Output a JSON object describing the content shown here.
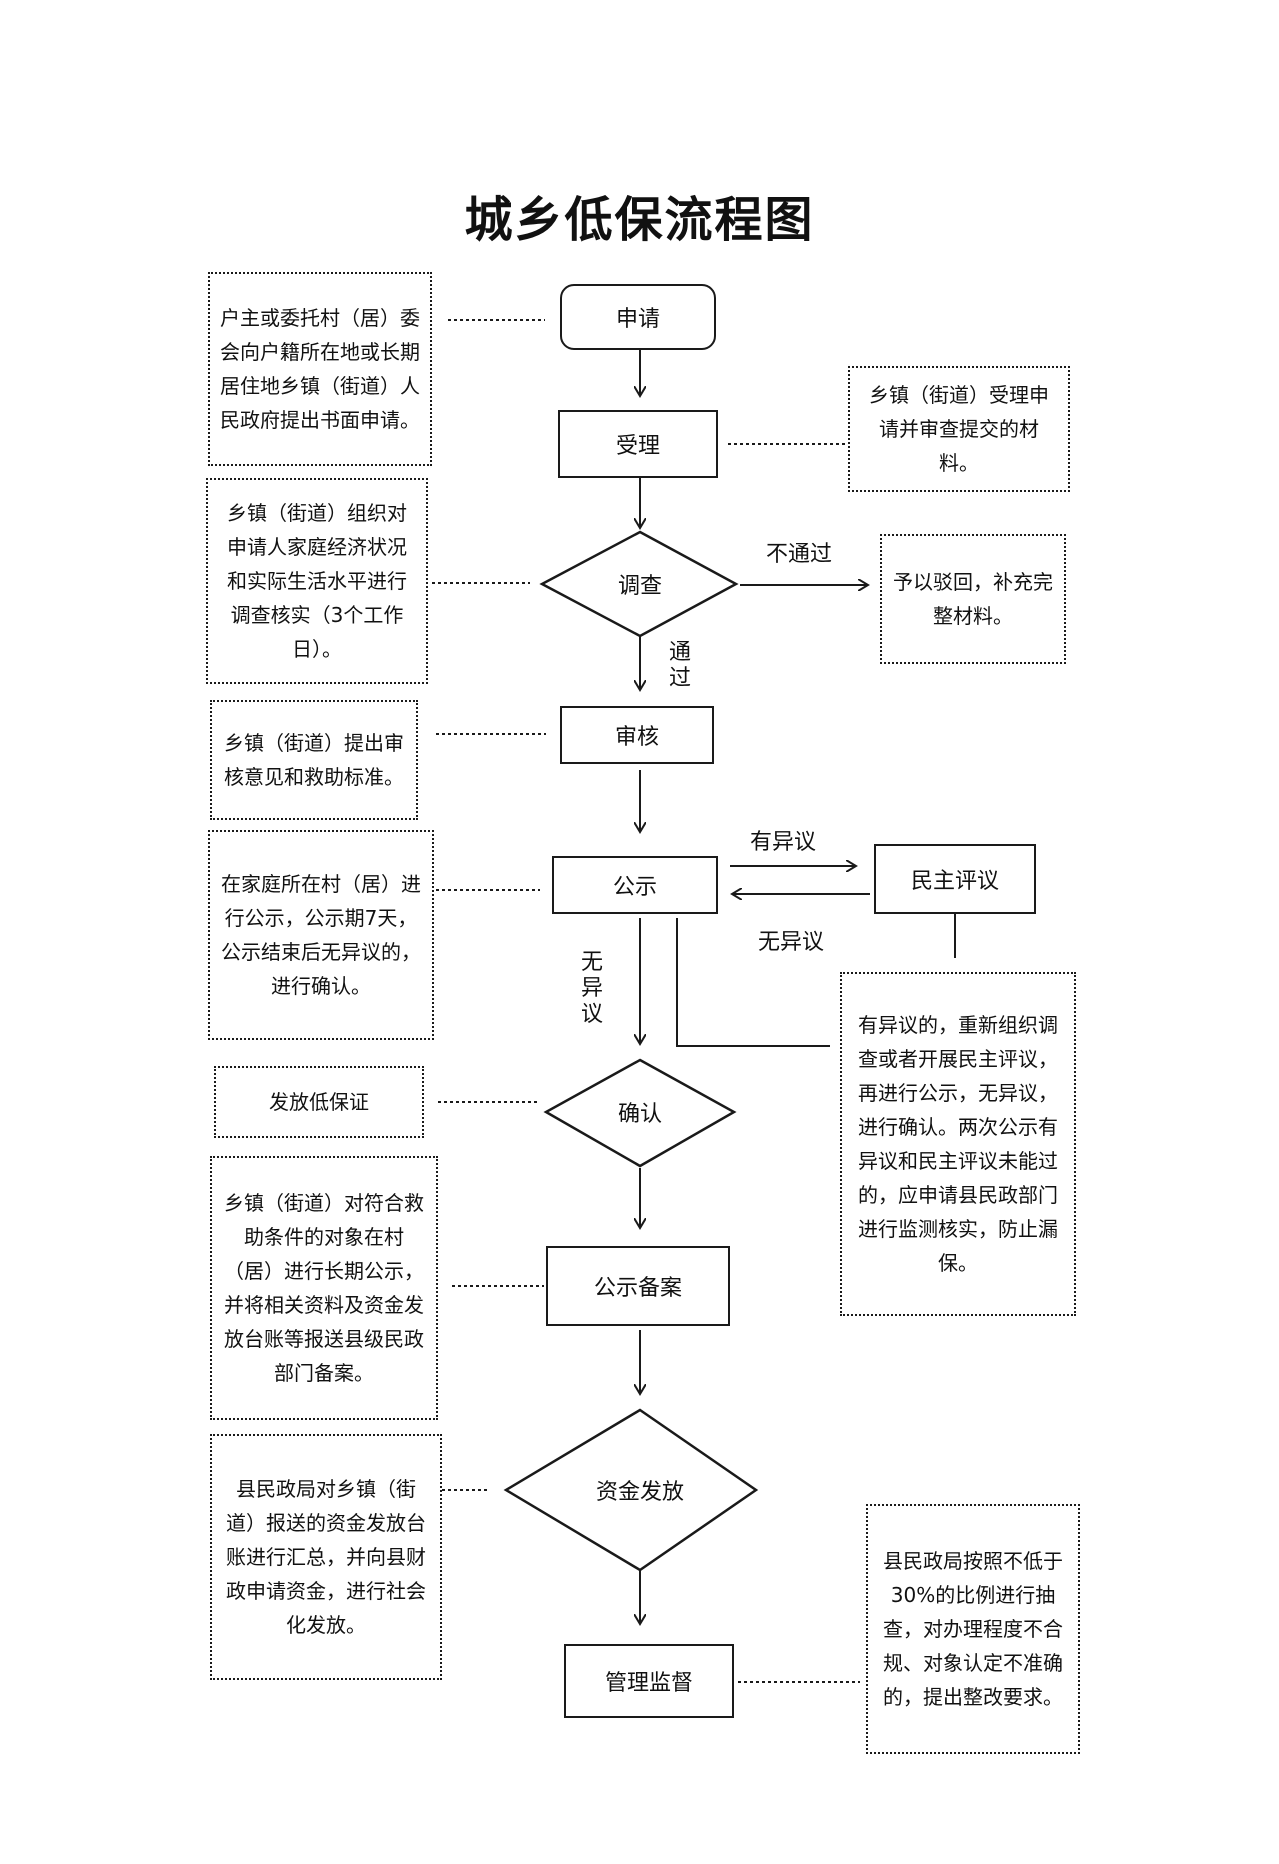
{
  "title": "城乡低保流程图",
  "steps": {
    "apply": "申请",
    "accept": "受理",
    "investigate": "调查",
    "review": "审核",
    "publicize": "公示",
    "democratic": "民主评议",
    "confirm": "确认",
    "record": "公示备案",
    "funding": "资金发放",
    "supervise": "管理监督"
  },
  "notes": {
    "apply": "户主或委托村（居）委会向户籍所在地或长期居住地乡镇（街道）人民政府提出书面申请。",
    "accept": "乡镇（街道）受理申请并审查提交的材料。",
    "investigate": "乡镇（街道）组织对申请人家庭经济状况和实际生活水平进行调查核实（3个工作日）。",
    "reject": "予以驳回，补充完整材料。",
    "review": "乡镇（街道）提出审核意见和救助标准。",
    "publicize": "在家庭所在村（居）进行公示，公示期7天，公示结束后无异议的，进行确认。",
    "objection": "有异议的，重新组织调查或者开展民主评议，再进行公示，无异议，进行确认。两次公示有异议和民主评议未能过的，应申请县民政部门进行监测核实，防止漏保。",
    "confirm": "发放低保证",
    "record": "乡镇（街道）对符合救助条件的对象在村（居）进行长期公示，并将相关资料及资金发放台账等报送县级民政部门备案。",
    "funding": "县民政局对乡镇（街道）报送的资金发放台账进行汇总，并向县财政申请资金，进行社会化发放。",
    "supervise": "县民政局按照不低于30%的比例进行抽查，对办理程度不合规、对象认定不准确的，提出整改要求。"
  },
  "labels": {
    "not_passed": "不通过",
    "passed": "通过",
    "has_objection": "有异议",
    "no_objection": "无异议",
    "no_objection_vertical": "无异议"
  }
}
